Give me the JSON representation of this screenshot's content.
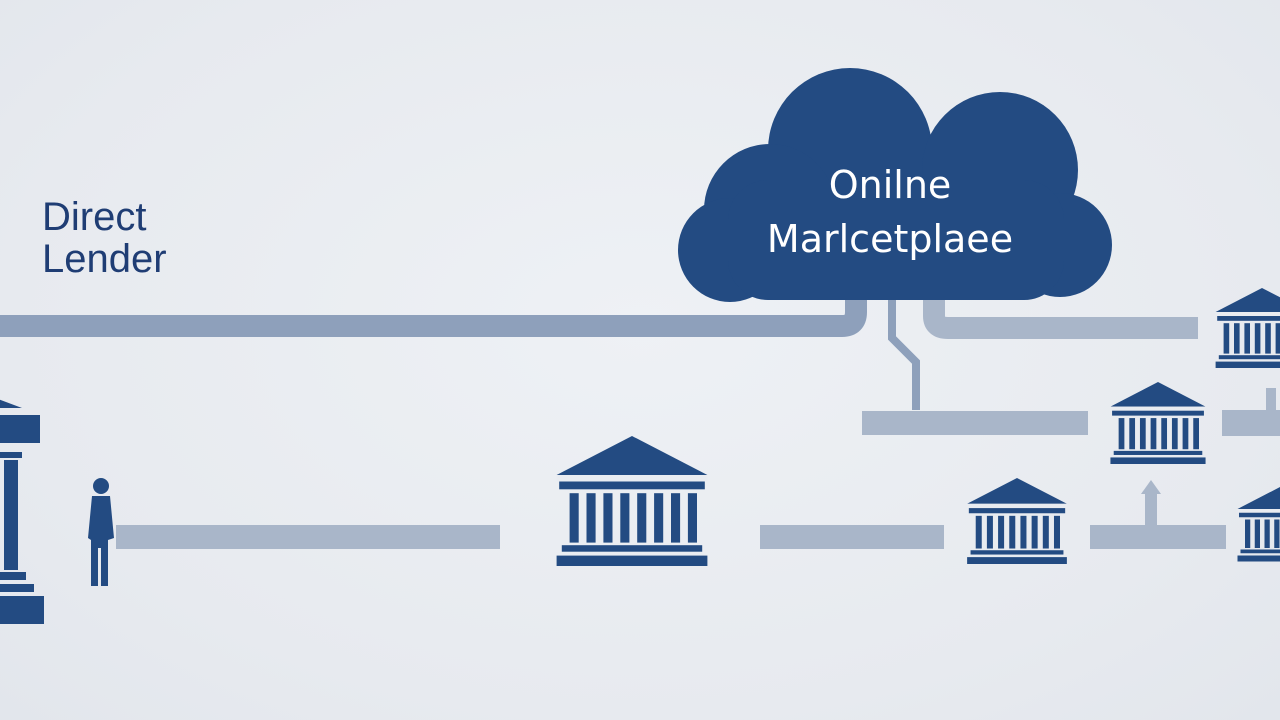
{
  "labels": {
    "direct_lender": [
      "Direct",
      "Lender"
    ],
    "cloud": [
      "Onilne",
      "Marlcetplaee"
    ]
  },
  "colors": {
    "background": "#e9ecf1",
    "navy": "#234b82",
    "pipe": "#8ea0bb",
    "pipe_light": "#a9b6c9",
    "text_dark": "#1f3d74",
    "text_light": "#ffffff"
  },
  "icons": {
    "cloud": "cloud-icon",
    "bank": "bank-icon",
    "person": "person-icon",
    "arrow": "arrow-up-icon"
  }
}
